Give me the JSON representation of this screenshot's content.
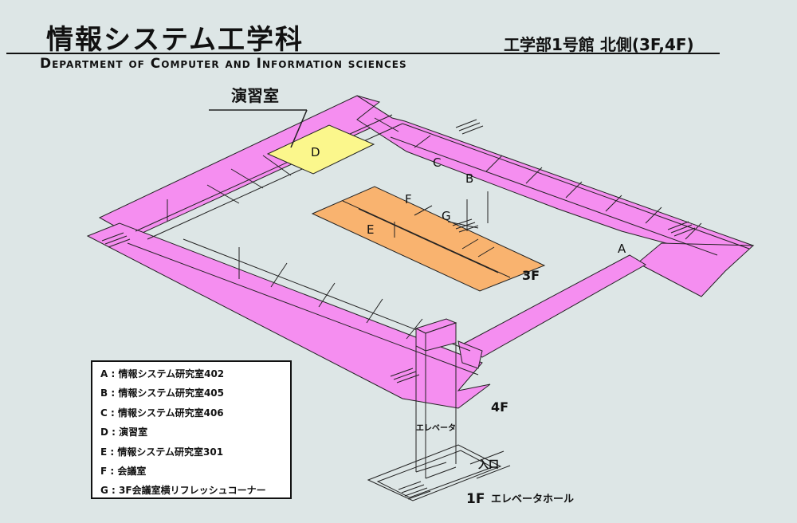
{
  "header": {
    "title_jp": "情報システム工学科",
    "title_en": "Department of Computer and Information sciences",
    "building": "工学部1号館 北側(3F,4F)"
  },
  "callout": {
    "label": "演習室"
  },
  "rooms": {
    "A": "A",
    "B": "B",
    "C": "C",
    "D": "D",
    "E": "E",
    "F": "F",
    "G": "G"
  },
  "floors": {
    "f3": "3F",
    "f4": "4F",
    "f1": "1F",
    "hall": "エレベータホール"
  },
  "elevator": "エレベータ",
  "entrance": "入口",
  "legend": [
    {
      "key": "A",
      "text": "情報システム研究室402"
    },
    {
      "key": "B",
      "text": "情報システム研究室405"
    },
    {
      "key": "C",
      "text": "情報システム研究室406"
    },
    {
      "key": "D",
      "text": "演習室"
    },
    {
      "key": "E",
      "text": "情報システム研究室301"
    },
    {
      "key": "F",
      "text": "会議室"
    },
    {
      "key": "G",
      "text": "3F会議室横リフレッシュコーナー"
    }
  ],
  "colors": {
    "background": "#dde6e6",
    "floor4": "#f58ef0",
    "floor3": "#f9b36f",
    "highlight": "#fbf78c",
    "line": "#222222"
  }
}
